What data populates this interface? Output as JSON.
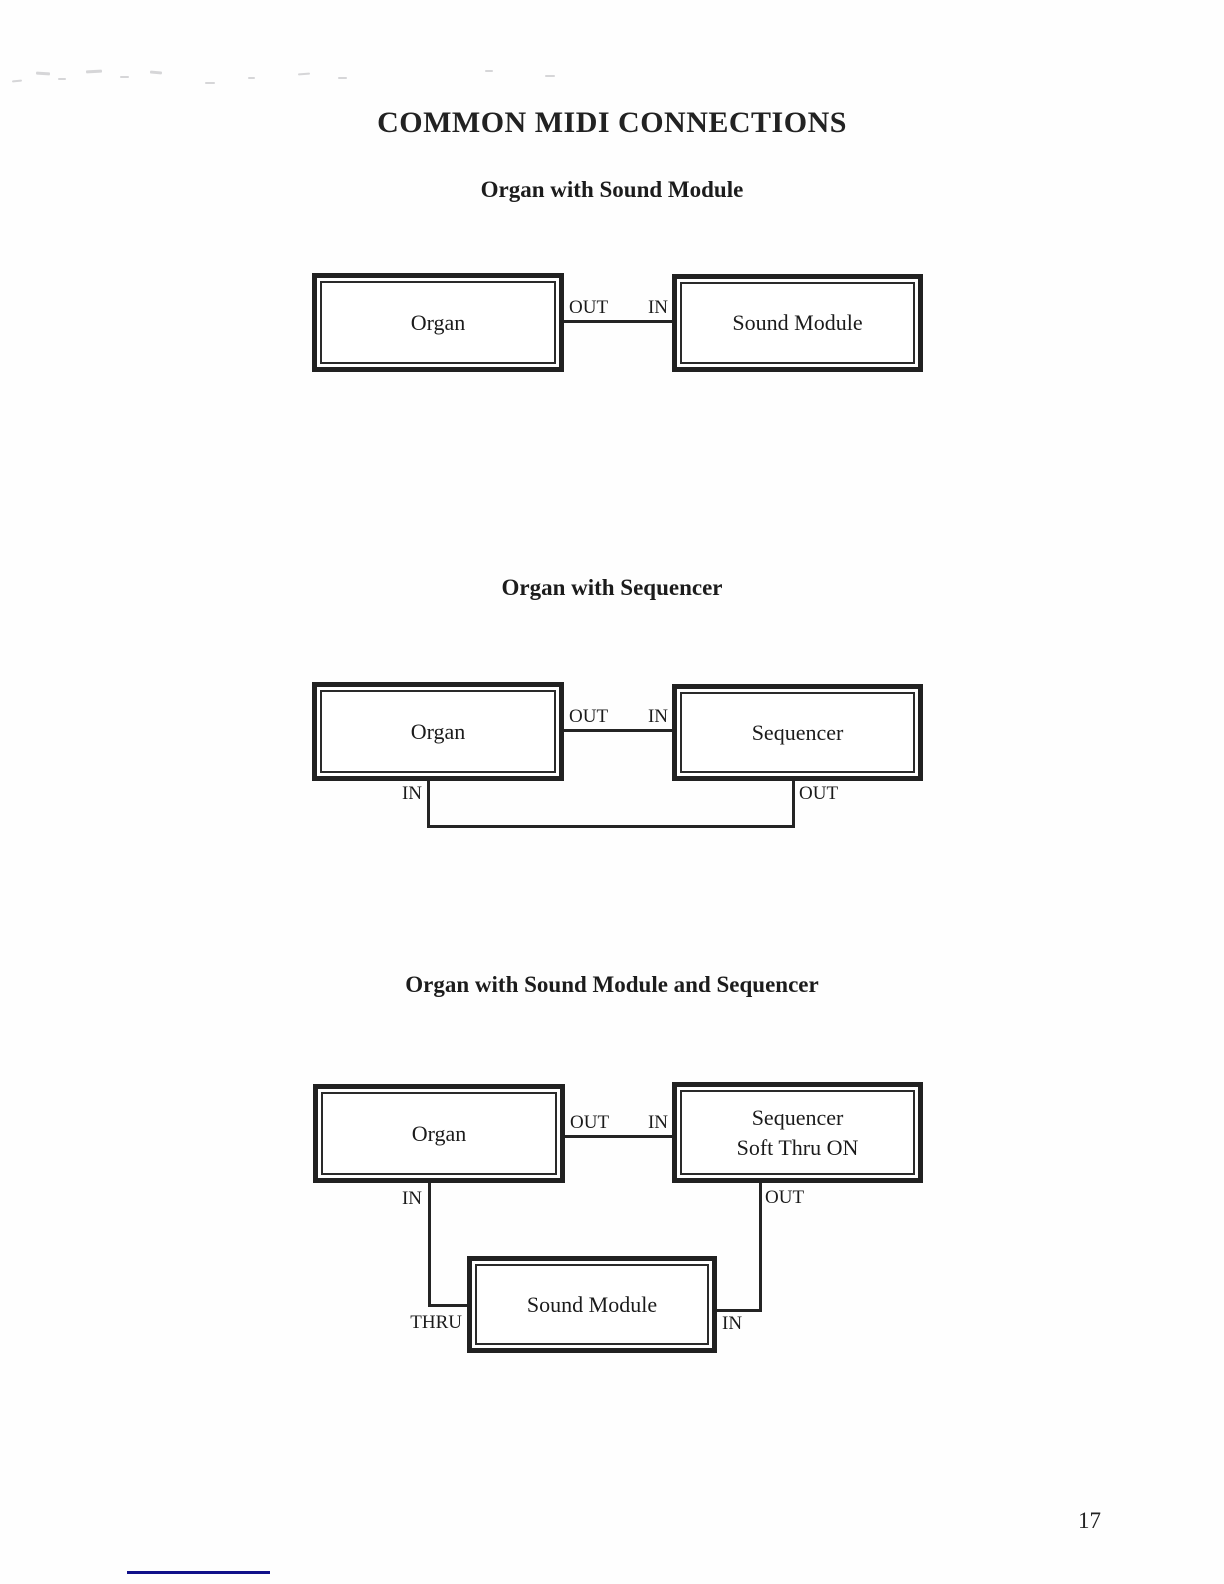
{
  "page": {
    "title": "COMMON MIDI CONNECTIONS",
    "page_number": "17"
  },
  "colors": {
    "ink": "#212121",
    "bottom_underline_blue": "#11118a",
    "paper": "#fefefe"
  },
  "diagrams": [
    {
      "title": "Organ with Sound Module",
      "left_box": "Organ",
      "right_box": "Sound Module",
      "ports": {
        "out": "OUT",
        "in": "IN"
      }
    },
    {
      "title": "Organ with Sequencer",
      "left_box": "Organ",
      "right_box": "Sequencer",
      "ports": {
        "out": "OUT",
        "in": "IN",
        "feedback_in": "IN",
        "feedback_out": "OUT"
      }
    },
    {
      "title": "Organ with Sound Module and Sequencer",
      "left_box": "Organ",
      "right_box_line1": "Sequencer",
      "right_box_line2": "Soft Thru ON",
      "bottom_box": "Sound Module",
      "ports": {
        "out": "OUT",
        "in": "IN",
        "organ_in": "IN",
        "thru": "THRU",
        "sequencer_out": "OUT",
        "module_in": "IN"
      }
    }
  ]
}
